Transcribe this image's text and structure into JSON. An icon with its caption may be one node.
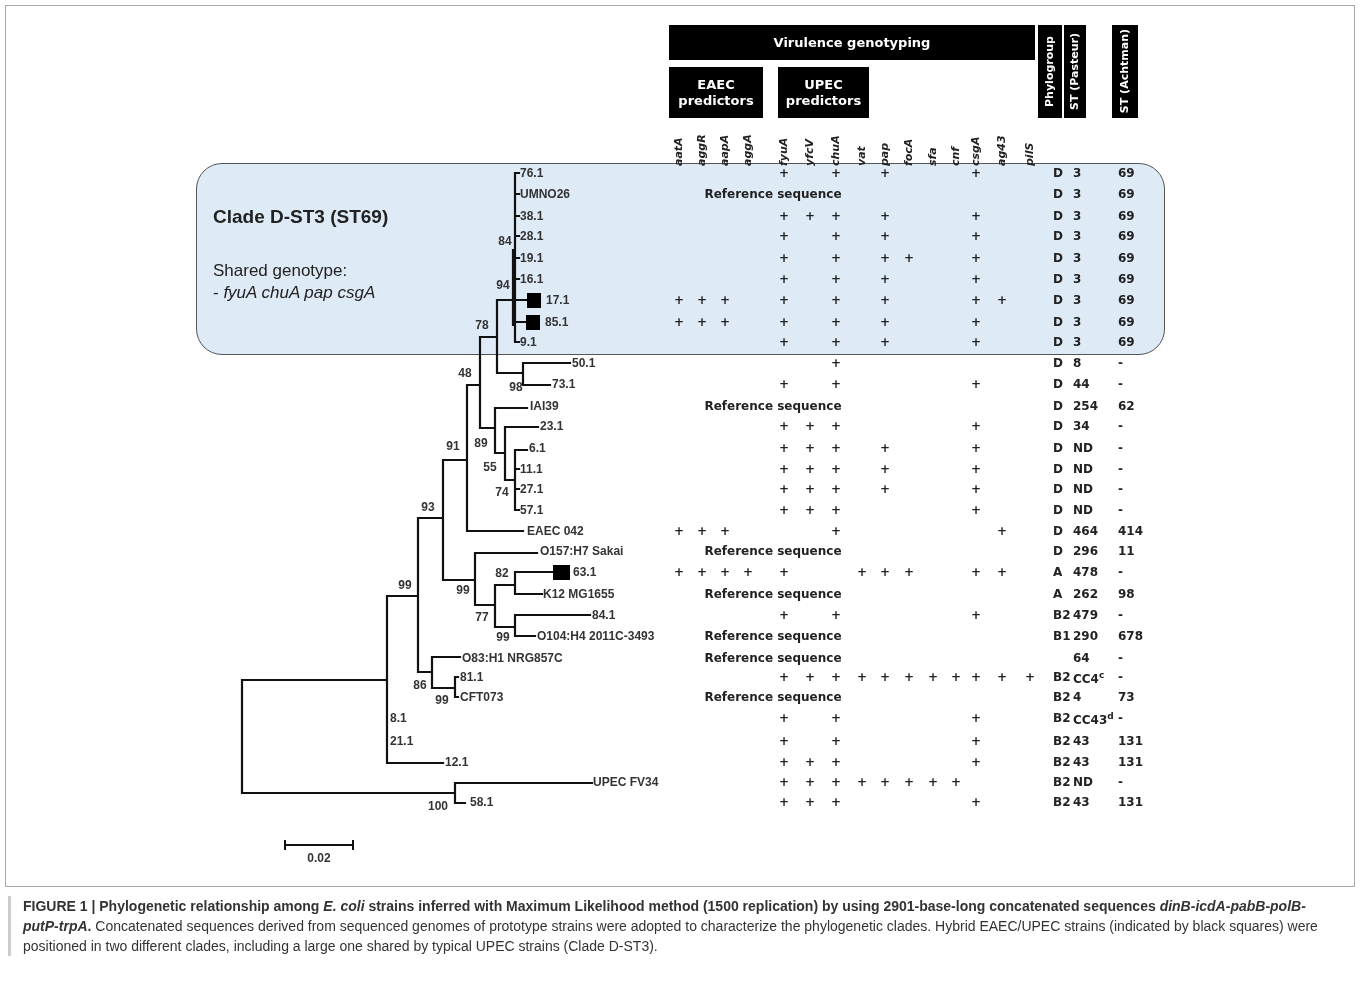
{
  "diagram": {
    "caption": "**FIGURE 1 | Phylogenetic relationship among *E. coli* strains inferred with Maximum Likelihood method (1500 replication) by using 2901-base-long concatenated sequences *dinB-icdA-pabB-polB-putP-trpA*.** Concatenated sequences derived from sequenced genomes of prototype strains were adopted to characterize the phylogenetic clades. Hybrid EAEC/UPEC strains (indicated by black squares) were positioned in two different clades, including a large one shared by typical UPEC strains (Clade D-ST3).",
    "nodes": [
      {
        "text": [
          "Clade D-ST3 (ST69)",
          "Shared genotype:",
          "- *fyuA chuA pap csgA*"
        ]
      },
      {
        "text": [
          "Virulence genotyping"
        ]
      },
      {
        "text": [
          "EAEC predictors"
        ]
      },
      {
        "text": [
          "UPEC predictors"
        ]
      },
      {
        "text": [
          "Phylogroup"
        ]
      },
      {
        "text": [
          "ST (Pasteur)"
        ]
      },
      {
        "text": [
          "ST (Achtman)"
        ]
      }
    ],
    "labels": [
      "aatA",
      "aggR",
      "aapA",
      "aggA",
      "fyuA",
      "yfcV",
      "chuA",
      "vat",
      "pap",
      "focA",
      "sfa",
      "cnf",
      "csgA",
      "ag43",
      "pilS",
      "76.1",
      "+",
      "+",
      "+",
      "+",
      "D",
      "3",
      "69",
      "UMNO26",
      "Reference sequence",
      "D",
      "3",
      "69",
      "38.1",
      "+",
      "+",
      "+",
      "+",
      "+",
      "D",
      "3",
      "69",
      "28.1",
      "+",
      "+",
      "+",
      "+",
      "D",
      "3",
      "69",
      "19.1",
      "+",
      "+",
      "+",
      "+",
      "+",
      "D",
      "3",
      "69",
      "16.1",
      "+",
      "+",
      "+",
      "+",
      "D",
      "3",
      "69",
      "17.1",
      "+",
      "+",
      "+",
      "+",
      "+",
      "+",
      "+",
      "+",
      "D",
      "3",
      "69",
      "85.1",
      "+",
      "+",
      "+",
      "+",
      "+",
      "+",
      "+",
      "D",
      "3",
      "69",
      "9.1",
      "+",
      "+",
      "+",
      "+",
      "D",
      "3",
      "69",
      "50.1",
      "+",
      "D",
      "8",
      "-",
      "73.1",
      "+",
      "+",
      "+",
      "D",
      "44",
      "-",
      "IAI39",
      "Reference sequence",
      "D",
      "254",
      "62",
      "23.1",
      "+",
      "+",
      "+",
      "+",
      "D",
      "34",
      "-",
      "6.1",
      "+",
      "+",
      "+",
      "+",
      "+",
      "D",
      "ND",
      "-",
      "11.1",
      "+",
      "+",
      "+",
      "+",
      "+",
      "D",
      "ND",
      "-",
      "27.1",
      "+",
      "+",
      "+",
      "+",
      "+",
      "D",
      "ND",
      "-",
      "57.1",
      "+",
      "+",
      "+",
      "+",
      "D",
      "ND",
      "-",
      "EAEC 042",
      "+",
      "+",
      "+",
      "+",
      "+",
      "D",
      "464",
      "414",
      "O157:H7 Sakai",
      "Reference sequence",
      "D",
      "296",
      "11",
      "63.1",
      "+",
      "+",
      "+",
      "+",
      "+",
      "+",
      "+",
      "+",
      "+",
      "+",
      "A",
      "478",
      "-",
      "K12 MG1655",
      "Reference sequence",
      "A",
      "262",
      "98",
      "84.1",
      "+",
      "+",
      "+",
      "B2",
      "479",
      "-",
      "O104:H4 2011C-3493",
      "Reference sequence",
      "B1",
      "290",
      "678",
      "O83:H1 NRG857C",
      "Reference sequence",
      "64",
      "-",
      "81.1",
      "+",
      "+",
      "+",
      "+",
      "+",
      "+",
      "+",
      "+",
      "+",
      "+",
      "+",
      "B2",
      "CC4$^{c}$",
      "-",
      "CFT073",
      "Reference sequence",
      "B2",
      "4",
      "73",
      "8.1",
      "+",
      "+",
      "+",
      "B2",
      "CC43$^{d}$",
      "-",
      "21.1",
      "+",
      "+",
      "+",
      "B2",
      "43",
      "131",
      "12.1",
      "+",
      "+",
      "+",
      "+",
      "B2",
      "43",
      "131",
      "UPEC FV34",
      "+",
      "+",
      "+",
      "+",
      "+",
      "+",
      "+",
      "+",
      "B2",
      "ND",
      "-",
      "58.1",
      "+",
      "+",
      "+",
      "+",
      "B2",
      "43",
      "131",
      "84",
      "94",
      "78",
      "48",
      "98",
      "91",
      "89",
      "55",
      "74",
      "93",
      "82",
      "99",
      "99",
      "77",
      "99",
      "86",
      "99",
      "100",
      "0.02"
    ]
  }
}
